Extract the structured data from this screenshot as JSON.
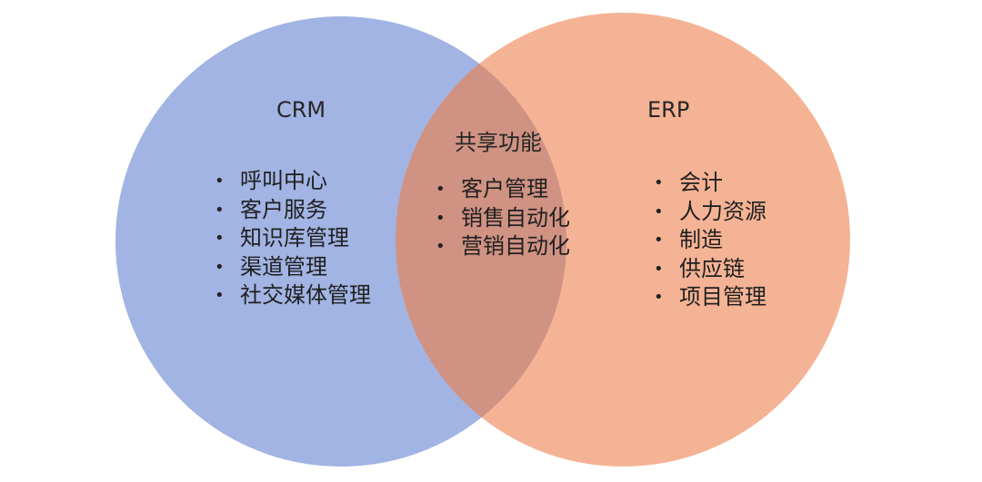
{
  "diagram": {
    "left_set": {
      "title": "CRM",
      "color": "#a2b4e3",
      "items": [
        "呼叫中心",
        "客户服务",
        "知识库管理",
        "渠道管理",
        "社交媒体管理"
      ]
    },
    "right_set": {
      "title": "ERP",
      "color": "#f5b395",
      "items": [
        "会计",
        "人力资源",
        "制造",
        "供应链",
        "项目管理"
      ]
    },
    "overlap": {
      "title": "共享功能",
      "color": "#cf9283",
      "items": [
        "客户管理",
        "销售自动化",
        "营销自动化"
      ]
    }
  }
}
